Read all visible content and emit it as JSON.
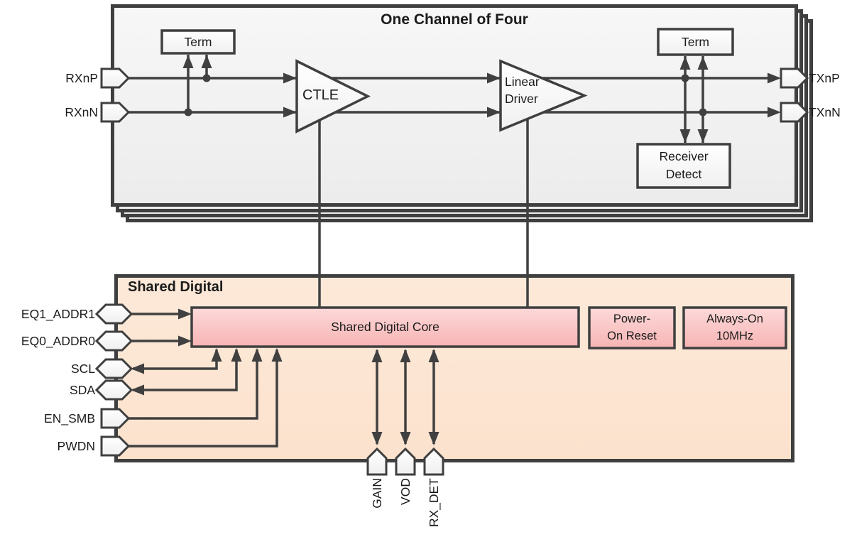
{
  "diagram": {
    "channel": {
      "title": "One Channel of Four",
      "term_left": "Term",
      "term_right": "Term",
      "ctle": "CTLE",
      "linear_driver": [
        "Linear",
        "Driver"
      ],
      "receiver_detect": [
        "Receiver",
        "Detect"
      ],
      "pins": {
        "rxnp": "RXnP",
        "rxnn": "RXnN",
        "txnp": "TXnP",
        "txnn": "TXnN"
      }
    },
    "shared_digital": {
      "title": "Shared Digital",
      "core": "Shared Digital Core",
      "power_on_reset": [
        "Power-",
        "On Reset"
      ],
      "always_on": [
        "Always-On",
        "10MHz"
      ],
      "left_pins": [
        "EQ1_ADDR1",
        "EQ0_ADDR0",
        "SCL",
        "SDA",
        "EN_SMB",
        "PWDN"
      ],
      "bottom_pins": [
        "GAIN",
        "VOD",
        "RX_DET"
      ]
    },
    "colors": {
      "line": "#404040",
      "channel_fill": "#f1f1f1",
      "shared_fill": "#fce6d4",
      "pink_fill": "#f9c2c2",
      "text": "#1b1b1b"
    }
  }
}
